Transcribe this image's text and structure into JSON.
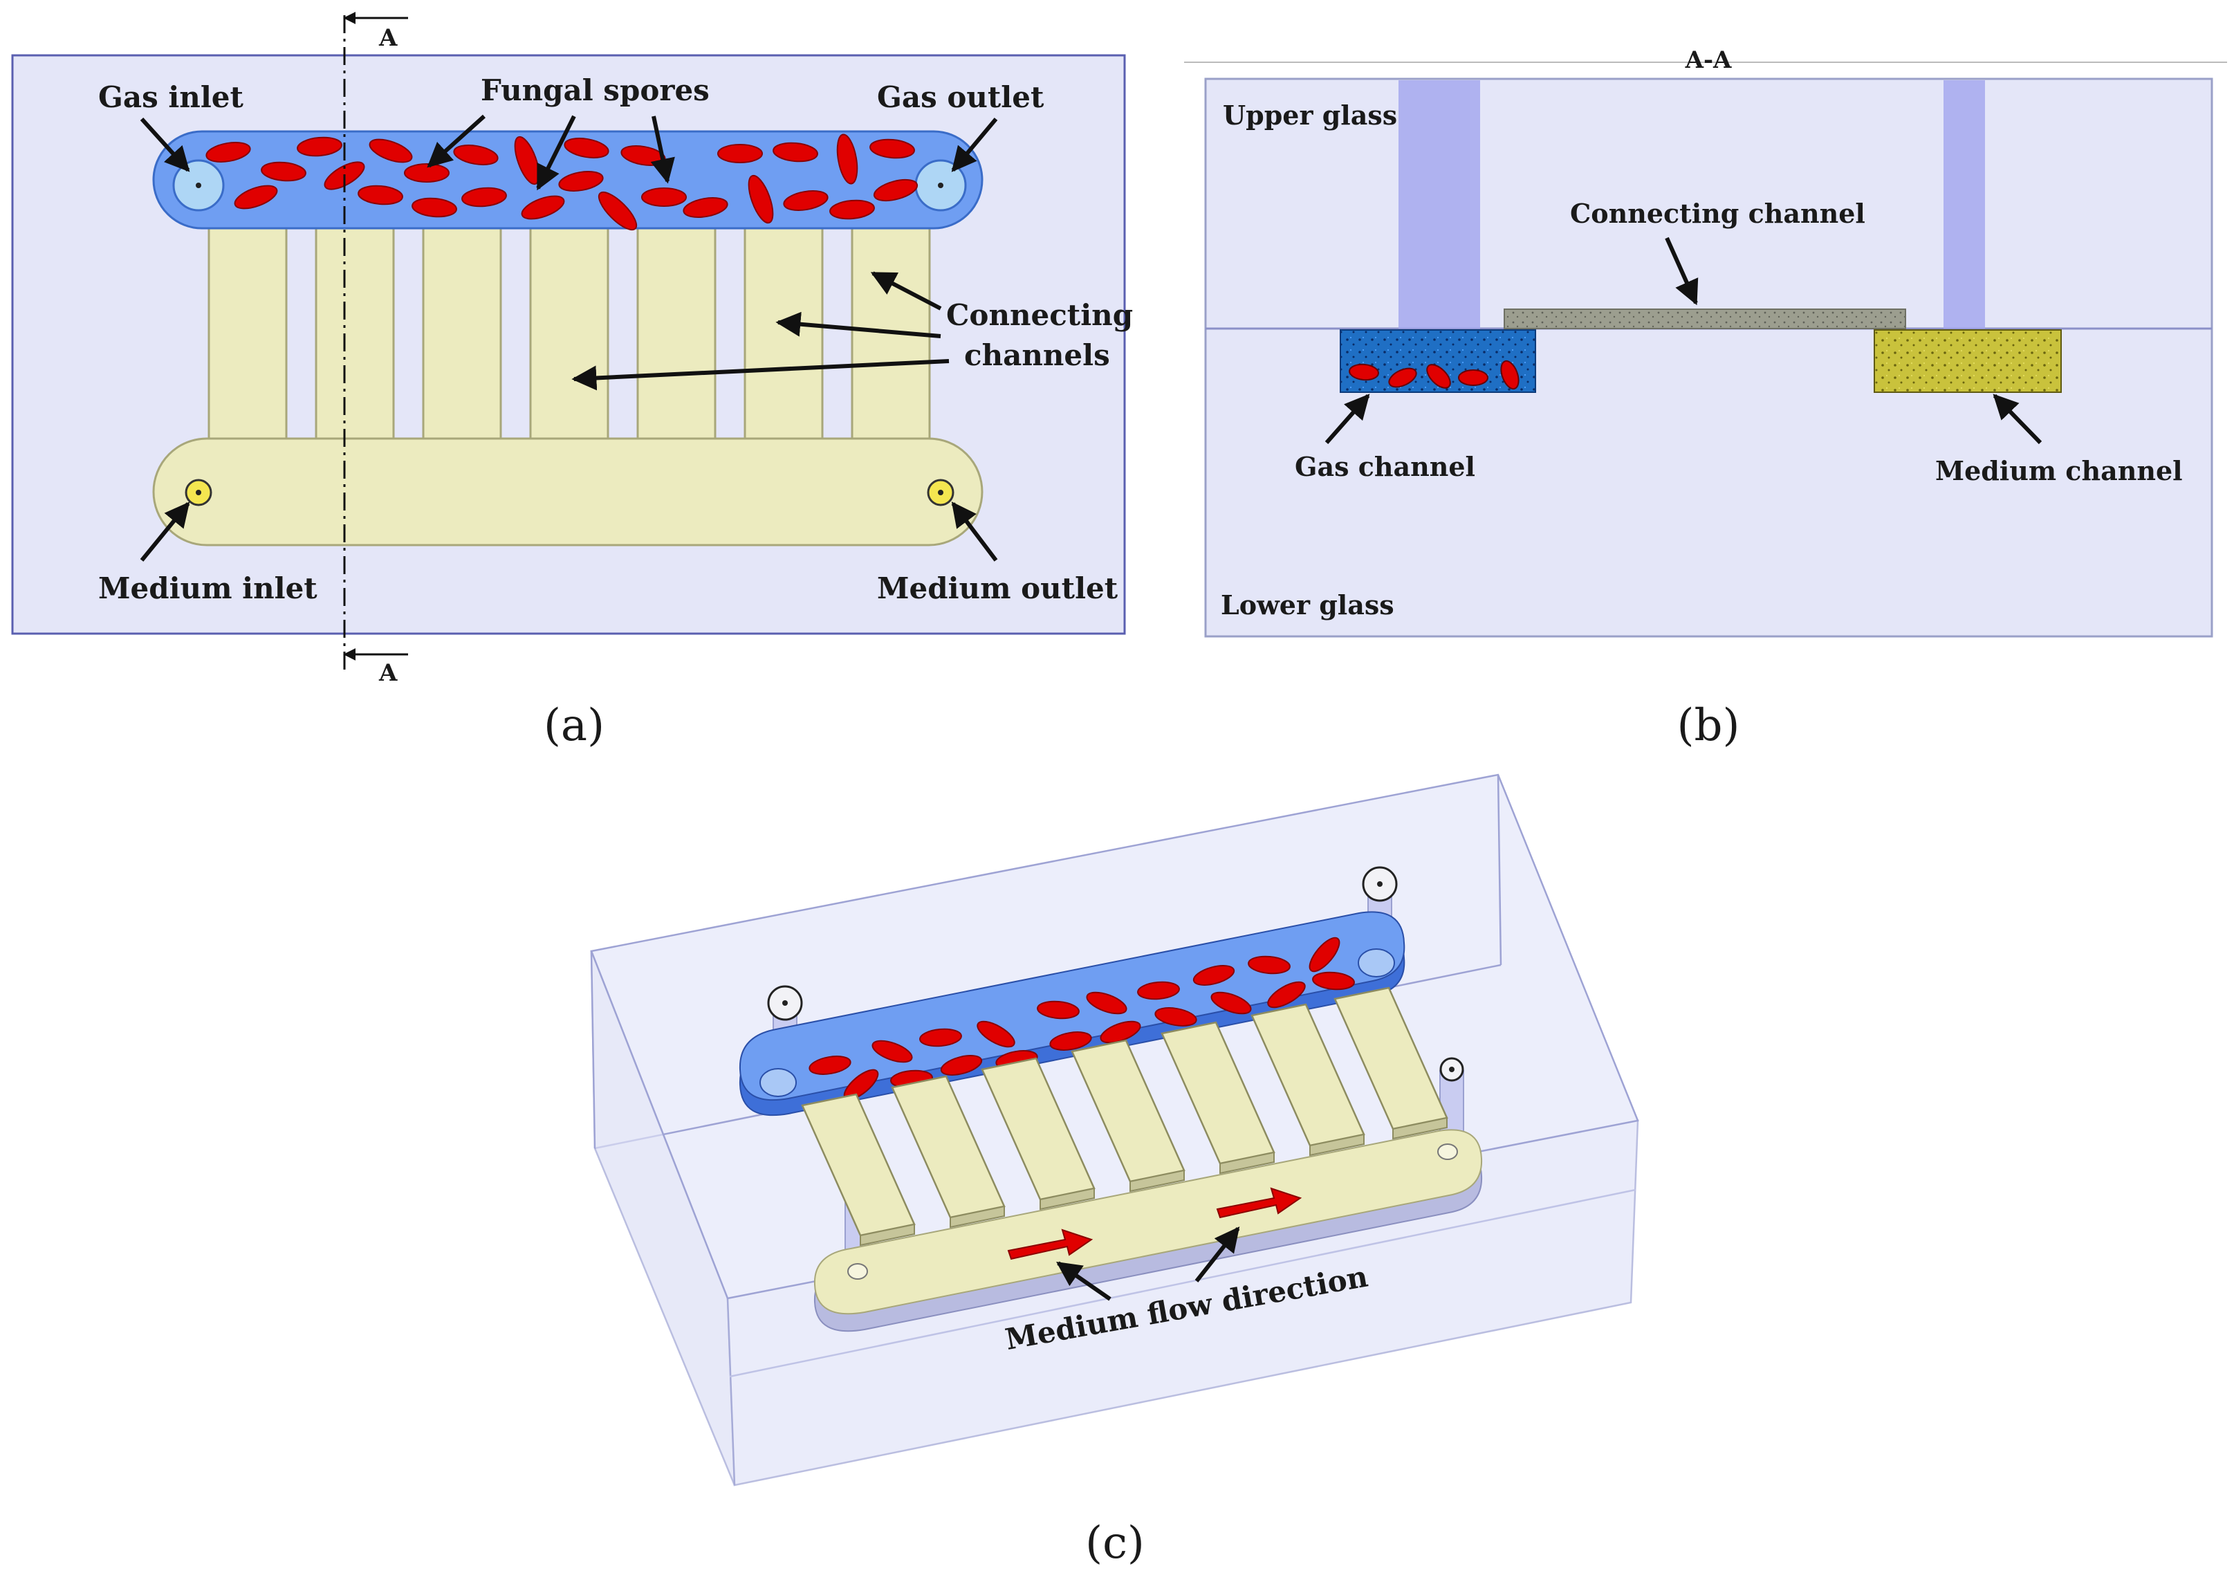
{
  "panel_a": {
    "labels": {
      "gas_inlet": "Gas inlet",
      "fungal_spores": "Fungal spores",
      "gas_outlet": "Gas outlet",
      "connecting_channels_1": "Connecting",
      "connecting_channels_2": "channels",
      "medium_inlet": "Medium inlet",
      "medium_outlet": "Medium outlet",
      "section_top": "A",
      "section_bottom": "A"
    },
    "caption": "(a)"
  },
  "panel_b": {
    "labels": {
      "section_title": "A-A",
      "upper_glass": "Upper glass",
      "lower_glass": "Lower glass",
      "connecting_channel": "Connecting channel",
      "gas_channel": "Gas channel",
      "medium_channel": "Medium channel"
    },
    "caption": "(b)"
  },
  "panel_c": {
    "labels": {
      "medium_flow_direction": "Medium flow direction"
    },
    "caption": "(c)"
  },
  "colors": {
    "background_glass": "#e4e6f8",
    "frame_border": "#5a5fb0",
    "gas_channel": "#6f9ef2",
    "medium_channel": "#ecebbf",
    "spore": "#e00000",
    "arrow": "#111111",
    "flow_arrow": "#e00000"
  }
}
